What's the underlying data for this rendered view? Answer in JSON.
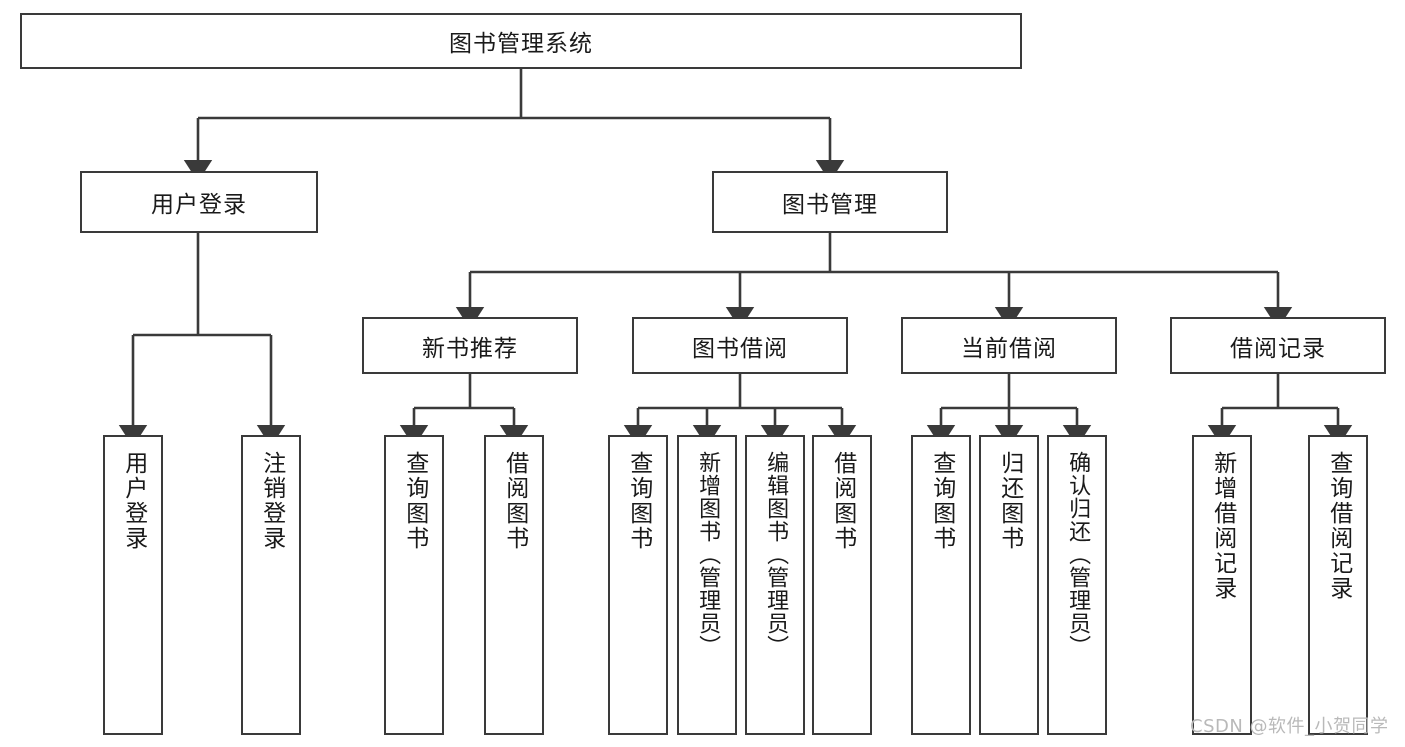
{
  "diagram": {
    "type": "tree-hierarchy",
    "title": "图书管理系统",
    "root": {
      "id": "root",
      "label": "图书管理系统"
    },
    "level2": [
      {
        "id": "user-login",
        "label": "用户登录"
      },
      {
        "id": "book-manage",
        "label": "图书管理"
      }
    ],
    "level3": [
      {
        "id": "new-book-recommend",
        "label": "新书推荐",
        "parent": "book-manage"
      },
      {
        "id": "book-borrow",
        "label": "图书借阅",
        "parent": "book-manage"
      },
      {
        "id": "current-borrow",
        "label": "当前借阅",
        "parent": "book-manage"
      },
      {
        "id": "borrow-record",
        "label": "借阅记录",
        "parent": "book-manage"
      }
    ],
    "leaves": [
      {
        "id": "leaf-user-login",
        "label": "用户登录",
        "parent": "user-login"
      },
      {
        "id": "leaf-logout",
        "label": "注销登录",
        "parent": "user-login"
      },
      {
        "id": "leaf-query-book-1",
        "label": "查询图书",
        "parent": "new-book-recommend"
      },
      {
        "id": "leaf-borrow-book-1",
        "label": "借阅图书",
        "parent": "new-book-recommend"
      },
      {
        "id": "leaf-query-book-2",
        "label": "查询图书",
        "parent": "book-borrow"
      },
      {
        "id": "leaf-add-book",
        "label": "新增图书（管理员）",
        "parent": "book-borrow"
      },
      {
        "id": "leaf-edit-book",
        "label": "编辑图书（管理员）",
        "parent": "book-borrow"
      },
      {
        "id": "leaf-borrow-book-2",
        "label": "借阅图书",
        "parent": "book-borrow"
      },
      {
        "id": "leaf-query-book-3",
        "label": "查询图书",
        "parent": "current-borrow"
      },
      {
        "id": "leaf-return-book",
        "label": "归还图书",
        "parent": "current-borrow"
      },
      {
        "id": "leaf-confirm-return",
        "label": "确认归还（管理员）",
        "parent": "current-borrow"
      },
      {
        "id": "leaf-add-record",
        "label": "新增借阅记录",
        "parent": "borrow-record"
      },
      {
        "id": "leaf-query-record",
        "label": "查询借阅记录",
        "parent": "borrow-record"
      }
    ],
    "colors": {
      "stroke": "#3a3a3a",
      "fill": "#ffffff",
      "text": "#1a1a1a",
      "watermark": "#b9b9b9"
    }
  },
  "watermark": {
    "text": "CSDN @软件_小贺同学"
  }
}
